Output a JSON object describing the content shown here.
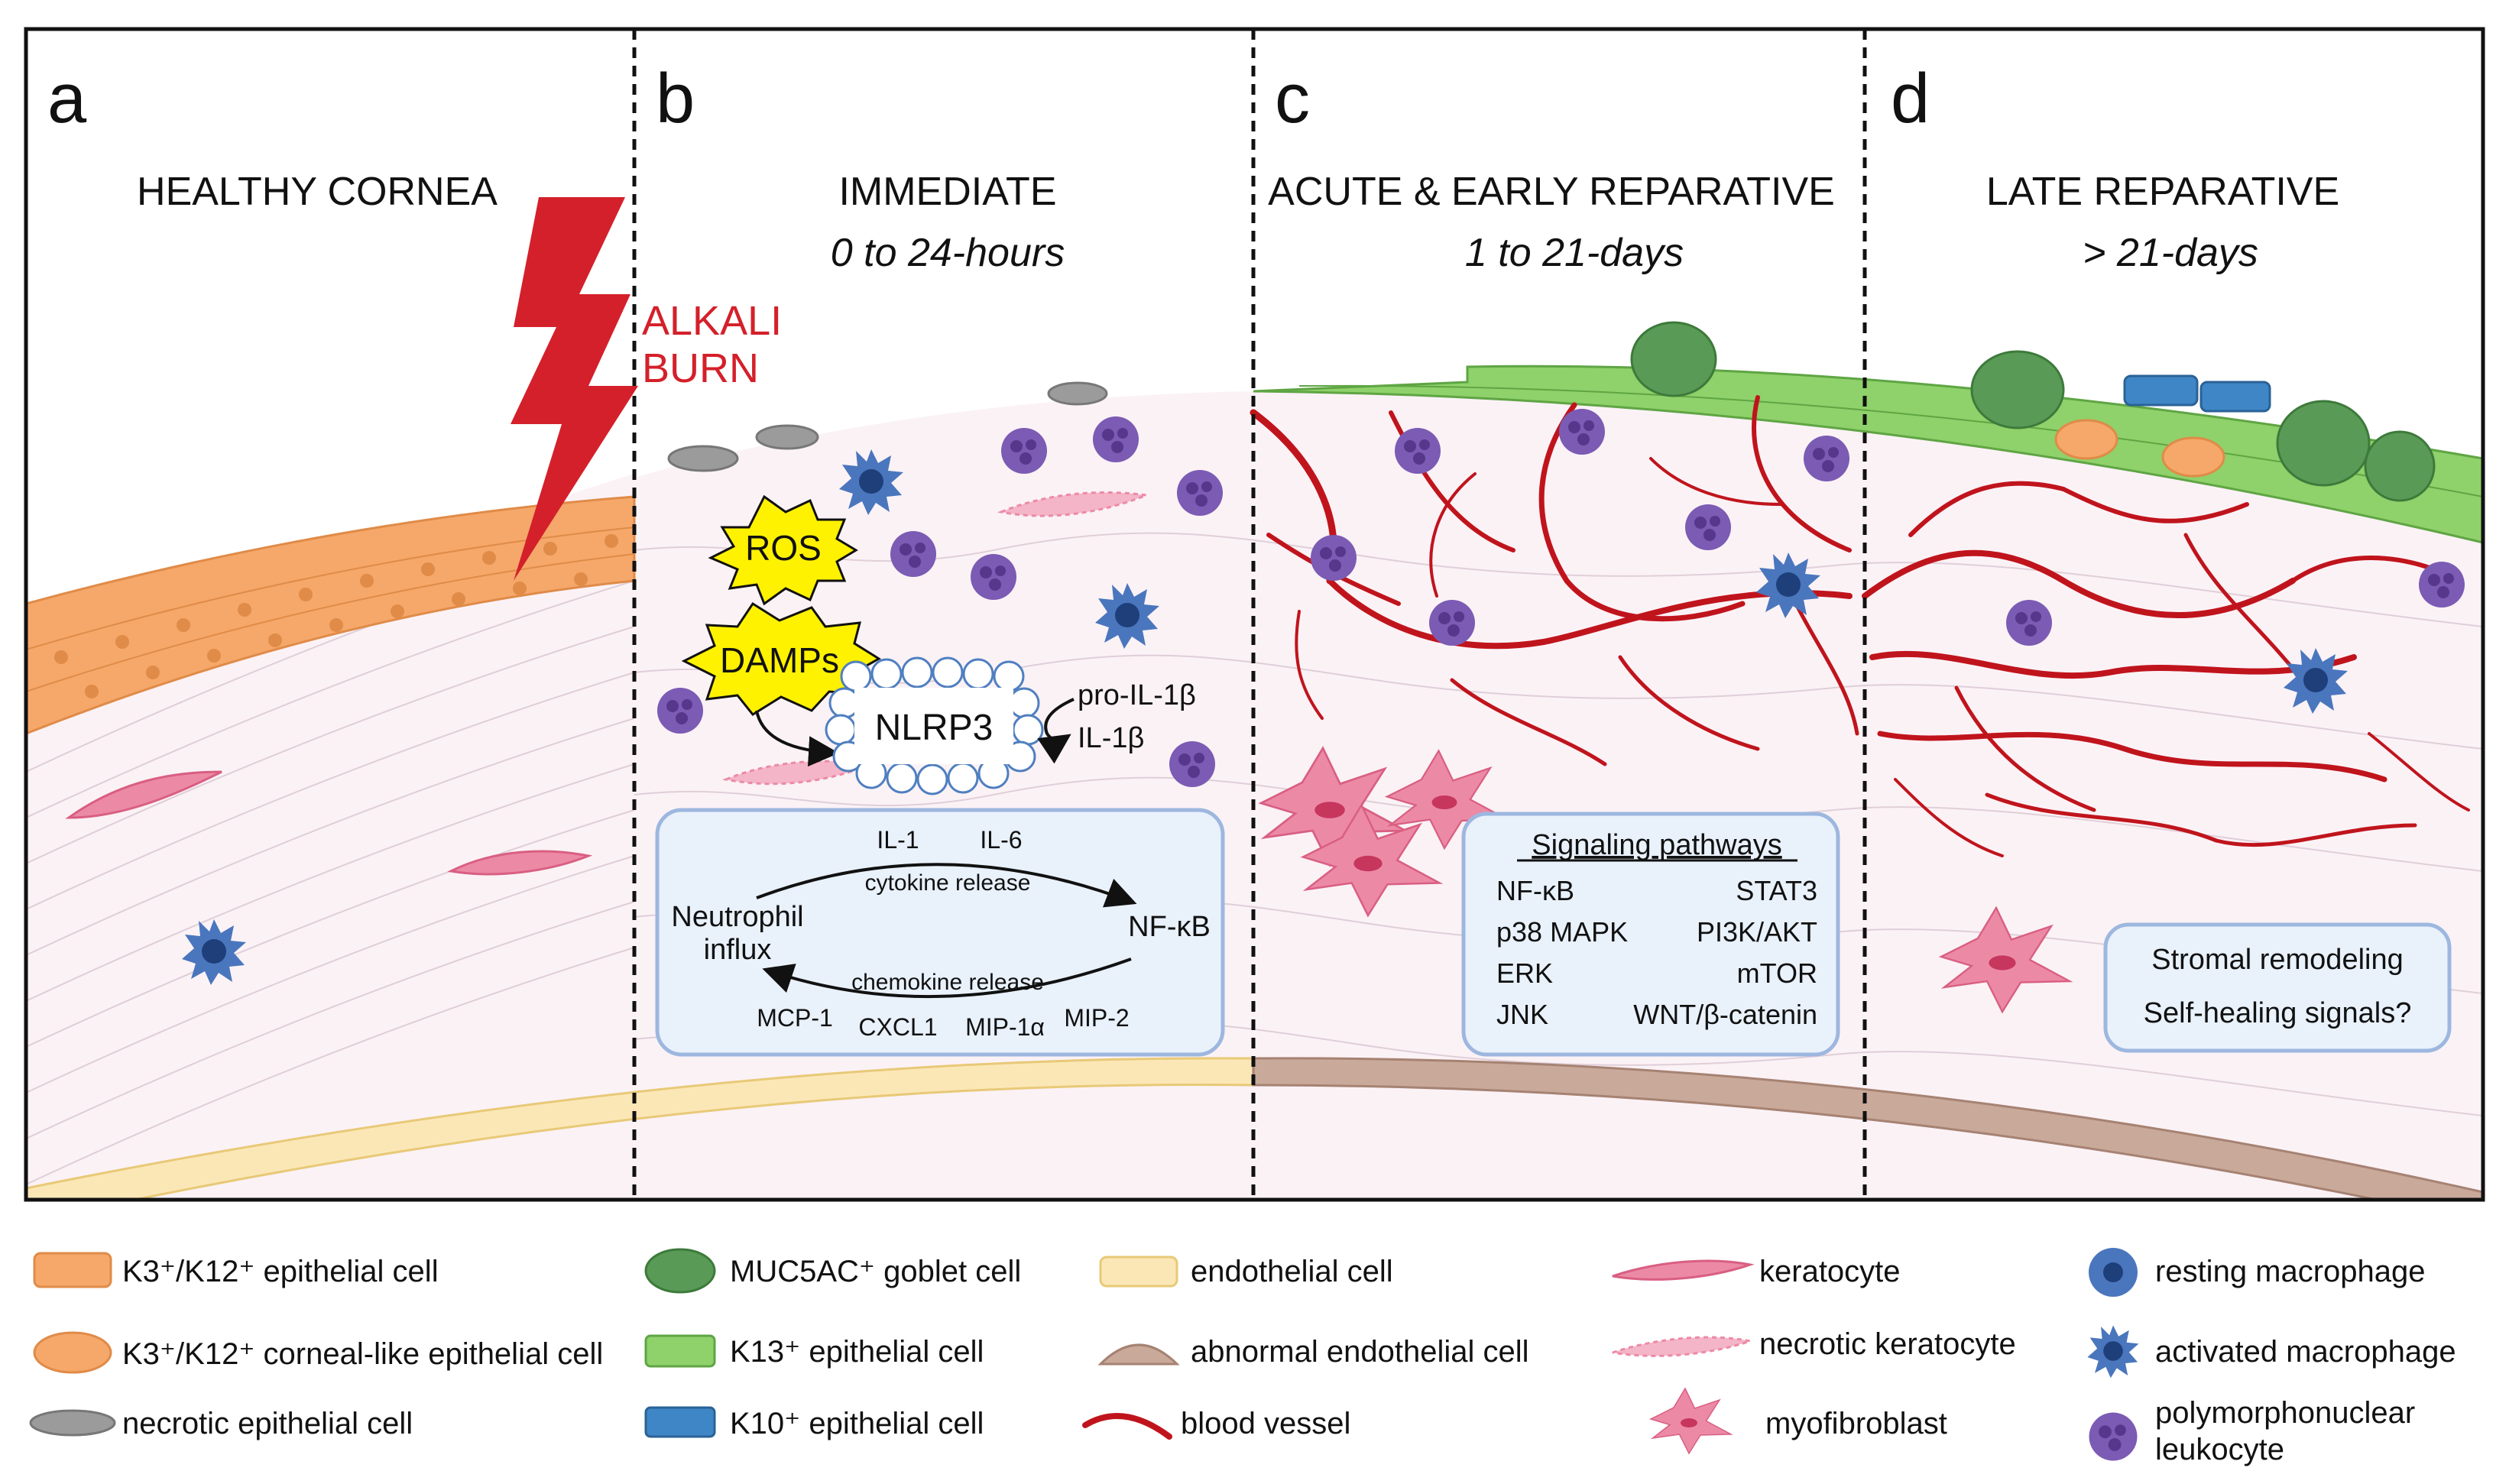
{
  "panels": {
    "a": {
      "letter": "a",
      "title": "HEALTHY CORNEA",
      "subtitle": ""
    },
    "b": {
      "letter": "b",
      "title": "IMMEDIATE",
      "subtitle": "0 to 24-hours"
    },
    "c": {
      "letter": "c",
      "title": "ACUTE & EARLY REPARATIVE",
      "subtitle": "1 to 21-days"
    },
    "d": {
      "letter": "d",
      "title": "LATE REPARATIVE",
      "subtitle": "> 21-days"
    }
  },
  "alkali": {
    "line1": "ALKALI",
    "line2": "BURN"
  },
  "immediate": {
    "ros": "ROS",
    "damps": "DAMPs",
    "nlrp3": "NLRP3",
    "pro_il1b": "pro-IL-1β",
    "il1b": "IL-1β"
  },
  "cytokine_box": {
    "il1": "IL-1",
    "il6": "IL-6",
    "cytokine_release": "cytokine release",
    "neutrophil_1": "Neutrophil",
    "neutrophil_2": "influx",
    "nfkb": "NF-κB",
    "chemokine_release": "chemokine release",
    "mcp1": "MCP-1",
    "cxcl1": "CXCL1",
    "mip1a": "MIP-1α",
    "mip2": "MIP-2"
  },
  "signaling": {
    "title": "Signaling pathways",
    "left": [
      "NF-κB",
      "p38 MAPK",
      "ERK",
      "JNK"
    ],
    "right": [
      "STAT3",
      "PI3K/AKT",
      "mTOR",
      "WNT/β-catenin"
    ]
  },
  "late_box": {
    "line1": "Stromal remodeling",
    "line2": "Self-healing signals?"
  },
  "legend": [
    {
      "id": "k3k12-epithelial",
      "label": "K3⁺/K12⁺ epithelial cell"
    },
    {
      "id": "k3k12-corneal-like",
      "label": "K3⁺/K12⁺ corneal-like epithelial cell"
    },
    {
      "id": "necrotic-epithelial",
      "label": "necrotic epithelial cell"
    },
    {
      "id": "muc5ac-goblet",
      "label": "MUC5AC⁺ goblet cell"
    },
    {
      "id": "k13-epithelial",
      "label": "K13⁺ epithelial cell"
    },
    {
      "id": "k10-epithelial",
      "label": "K10⁺ epithelial cell"
    },
    {
      "id": "endothelial",
      "label": "endothelial cell"
    },
    {
      "id": "abnormal-endothelial",
      "label": "abnormal endothelial cell"
    },
    {
      "id": "blood-vessel",
      "label": "blood vessel"
    },
    {
      "id": "keratocyte",
      "label": "keratocyte"
    },
    {
      "id": "necrotic-keratocyte",
      "label": "necrotic keratocyte"
    },
    {
      "id": "myofibroblast",
      "label": "myofibroblast"
    },
    {
      "id": "resting-macrophage",
      "label": "resting macrophage"
    },
    {
      "id": "activated-macrophage",
      "label": "activated macrophage"
    },
    {
      "id": "pmn-leukocyte",
      "label": "polymorphonuclear leukocyte"
    }
  ],
  "colors": {
    "epithelium_orange": "#f5a86a",
    "epithelium_green": "#8fd16a",
    "goblet_green": "#5a9a57",
    "k10_blue": "#3f86c6",
    "stroma": "#fbf2f6",
    "endothelial": "#fbe7b6",
    "abnormal_endothelial": "#c9a99a",
    "vessel_red": "#c0141c",
    "keratocyte_pink": "#ec8aa6",
    "macrophage_blue": "#3e6db5",
    "pmn_purple": "#6e4aa3",
    "burn_red": "#d4202a",
    "ros_yellow": "#fff200",
    "box_fill": "#e9f1fb",
    "box_stroke": "#9db7df"
  }
}
